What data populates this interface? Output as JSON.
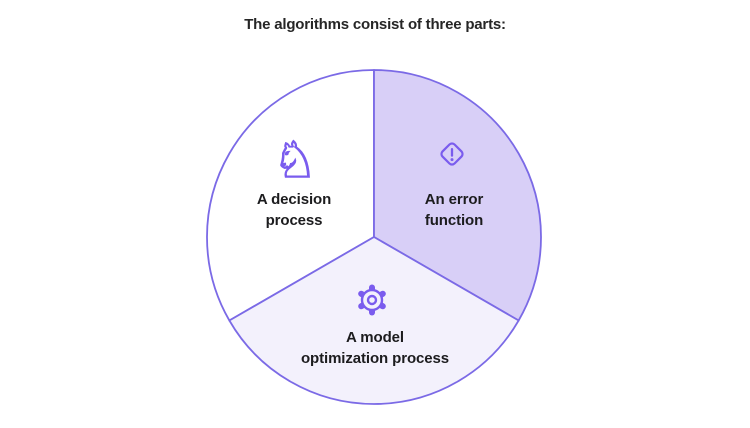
{
  "title": "The algorithms consist of three parts:",
  "diagram": {
    "type": "three-part-circle",
    "description": "Circle divided into three equal wedge segments meeting at the center",
    "segments": [
      {
        "id": "decision",
        "label": "A decision process",
        "lines": [
          "A decision",
          "process"
        ],
        "icon": "chess-knight-icon",
        "fill": "#ffffff"
      },
      {
        "id": "error",
        "label": "An error function",
        "lines": [
          "An error",
          "function"
        ],
        "icon": "warning-diamond-icon",
        "fill": "#d8cff7"
      },
      {
        "id": "model",
        "label": "A model optimization process",
        "lines": [
          "A model",
          "optimization process"
        ],
        "icon": "gear-icon",
        "fill": "#f3f1fc"
      }
    ],
    "icon_glyphs": {
      "chess_knight": "♘"
    },
    "colors": {
      "accent": "#7a5cee",
      "outline": "#7b6ae6",
      "text": "#1c1c1e",
      "title_text": "#262626",
      "background": "#ffffff"
    }
  }
}
